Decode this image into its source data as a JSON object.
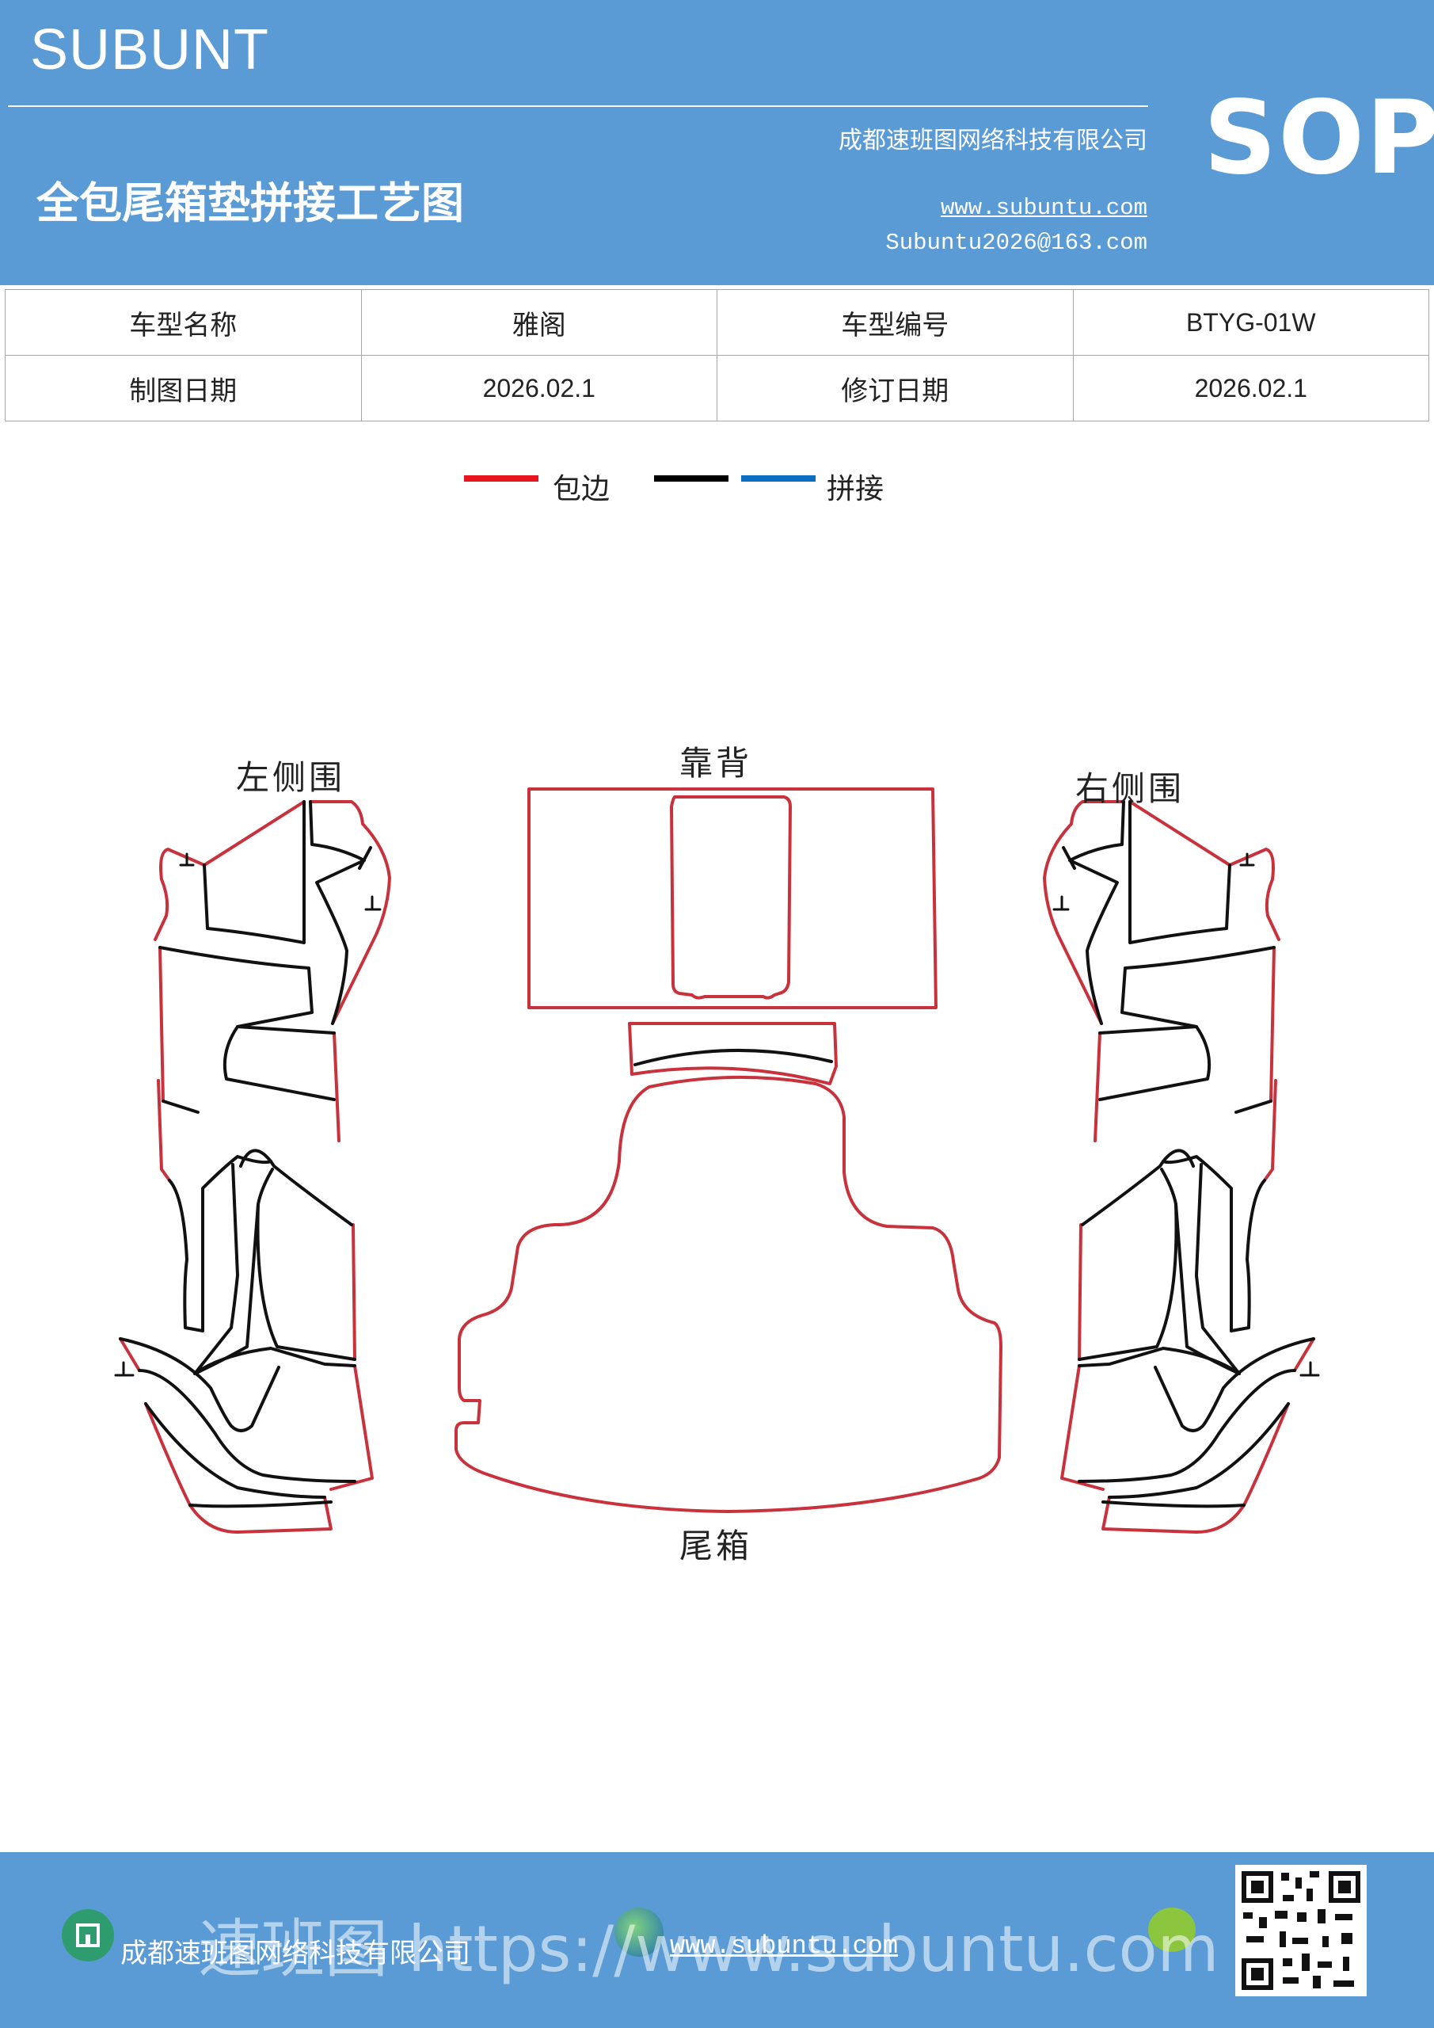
{
  "header": {
    "brand": "SUBUNT",
    "title": "全包尾箱垫拼接工艺图",
    "company": "成都速班图网络科技有限公司",
    "website": "www.subuntu.com",
    "email": "Subuntu2026@163.com",
    "badge": "SOP",
    "background_color": "#5b9bd5"
  },
  "info_table": {
    "rows": [
      [
        "车型名称",
        "雅阁",
        "车型编号",
        "BTYG-01W"
      ],
      [
        "制图日期",
        "2026.02.1",
        "修订日期",
        "2026.02.1"
      ]
    ]
  },
  "legend": {
    "items": [
      {
        "label": "包边",
        "color": "#e8141e"
      },
      {
        "label": "",
        "color": "#000000"
      },
      {
        "label": "拼接",
        "color": "#0a6fc2"
      }
    ]
  },
  "diagram": {
    "labels": {
      "left_side": "左侧围",
      "backrest": "靠背",
      "right_side": "右侧围",
      "trunk": "尾箱"
    },
    "marker": "止",
    "colors": {
      "edge": "#c8323c",
      "seam": "#111111"
    }
  },
  "footer": {
    "company": "成都速班图网络科技有限公司",
    "website": "www.subuntu.com",
    "watermark": "速班图 https://www.subuntu.com",
    "background_color": "#5b9bd5"
  }
}
